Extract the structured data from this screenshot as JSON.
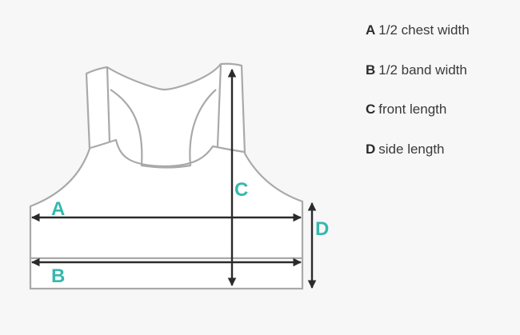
{
  "colors": {
    "background": "#f7f7f7",
    "garment_fill": "#ffffff",
    "garment_outline": "#a9a9a9",
    "arrow": "#2b2b2b",
    "letter_accent": "#35b8ad"
  },
  "diagram": {
    "labels": {
      "a": "A",
      "b": "B",
      "c": "C",
      "d": "D"
    }
  },
  "legend": {
    "items": [
      {
        "letter": "A",
        "text": "1/2 chest width"
      },
      {
        "letter": "B",
        "text": "1/2 band width"
      },
      {
        "letter": "C",
        "text": "front length"
      },
      {
        "letter": "D",
        "text": "side length"
      }
    ]
  }
}
